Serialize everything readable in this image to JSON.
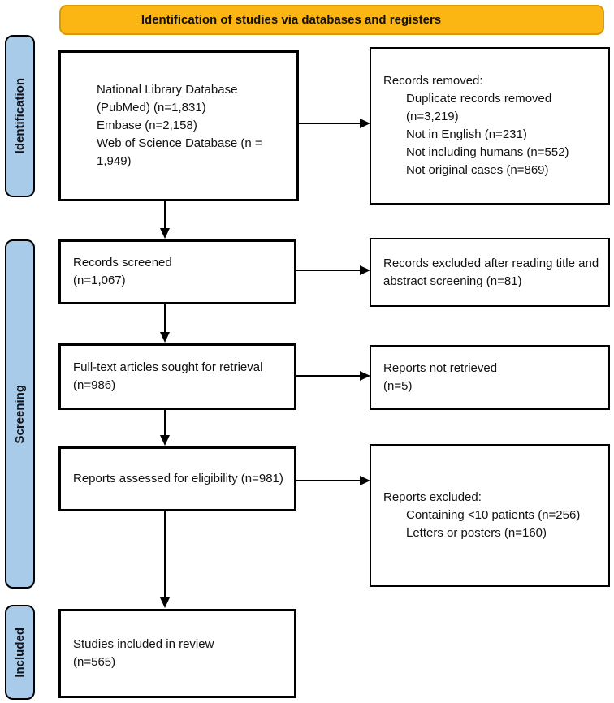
{
  "banner": {
    "title": "Identification of studies via databases and registers"
  },
  "sidebar": {
    "identification": "Identification",
    "screening": "Screening",
    "included": "Included"
  },
  "flow": {
    "databases": {
      "lines": [
        "National Library Database (PubMed) (n=1,831)",
        "Embase (n=2,158)",
        "Web of Science Database (n = 1,949)"
      ]
    },
    "records_screened": {
      "lines": [
        "Records screened",
        "(n=1,067)"
      ]
    },
    "fulltext_sought": {
      "lines": [
        "Full-text articles sought for retrieval (n=986)"
      ]
    },
    "reports_assessed": {
      "lines": [
        "Reports assessed for eligibility (n=981)"
      ]
    },
    "studies_included": {
      "lines": [
        "Studies included in review",
        "(n=565)"
      ]
    }
  },
  "exclusions": {
    "records_removed": {
      "header": "Records removed:",
      "items": [
        "Duplicate records removed (n=3,219)",
        "Not in English (n=231)",
        "Not including humans (n=552)",
        "Not original cases (n=869)"
      ]
    },
    "title_abstract_excluded": {
      "lines": [
        "Records excluded after reading title and abstract screening (n=81)"
      ]
    },
    "reports_not_retrieved": {
      "lines": [
        "Reports not retrieved",
        "(n=5)"
      ]
    },
    "reports_excluded": {
      "header": "Reports excluded:",
      "items": [
        "Containing <10 patients (n=256)",
        "Letters or posters (n=160)"
      ]
    }
  },
  "colors": {
    "banner_fill": "#FCB613",
    "banner_border": "#D99A08",
    "sidebar_fill": "#A9CBEA",
    "line_color": "#000000"
  }
}
